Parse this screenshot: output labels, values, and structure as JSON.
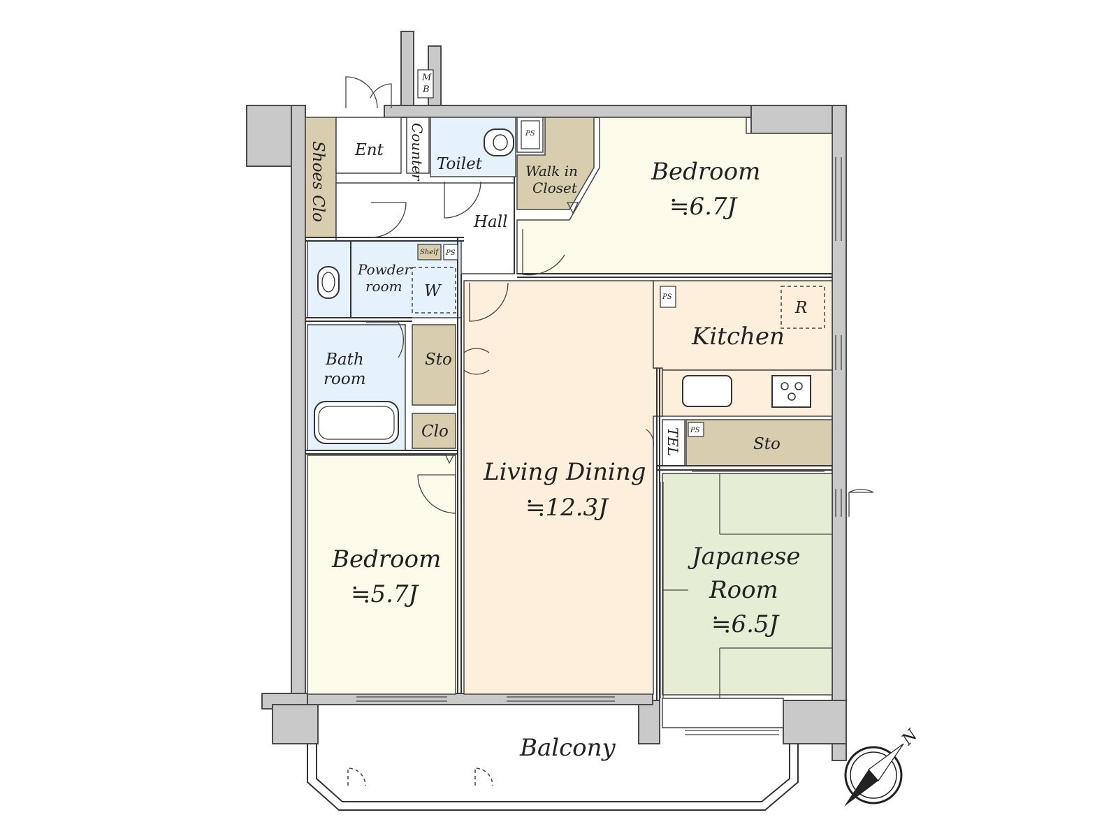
{
  "rooms": {
    "entrance": "Ent",
    "shoes_closet": "Shoes Clo",
    "counter": "Counter",
    "toilet": "Toilet",
    "walk_in_closet_line1": "Walk in",
    "walk_in_closet_line2": "Closet",
    "hall": "Hall",
    "bedroom_1": {
      "name": "Bedroom",
      "size": "≒6.7J"
    },
    "powder_room_line1": "Powder",
    "powder_room_line2": "room",
    "washer": "W",
    "shelf": "Shelf",
    "bath_room_line1": "Bath",
    "bath_room_line2": "room",
    "storage_1": "Sto",
    "closet": "Clo",
    "kitchen": "Kitchen",
    "refrigerator": "R",
    "telephone": "TEL",
    "storage_2": "Sto",
    "living_dining": {
      "name": "Living Dining",
      "size": "≒12.3J"
    },
    "bedroom_2": {
      "name": "Bedroom",
      "size": "≒5.7J"
    },
    "japanese_room": {
      "name_line1": "Japanese",
      "name_line2": "Room",
      "size": "≒6.5J"
    },
    "balcony": "Balcony"
  },
  "fixtures": {
    "meter_box_line1": "M",
    "meter_box_line2": "B",
    "pipe_space": "PS"
  },
  "compass": {
    "north": "N"
  },
  "colors": {
    "wall": "#c9c9c9",
    "bedroom": "#fcfbea",
    "living": "#fdefdb",
    "wet_area": "#e6f2fb",
    "storage": "#d9cdb0",
    "japanese_room": "#e5eed4",
    "hall": "#ffffff"
  }
}
